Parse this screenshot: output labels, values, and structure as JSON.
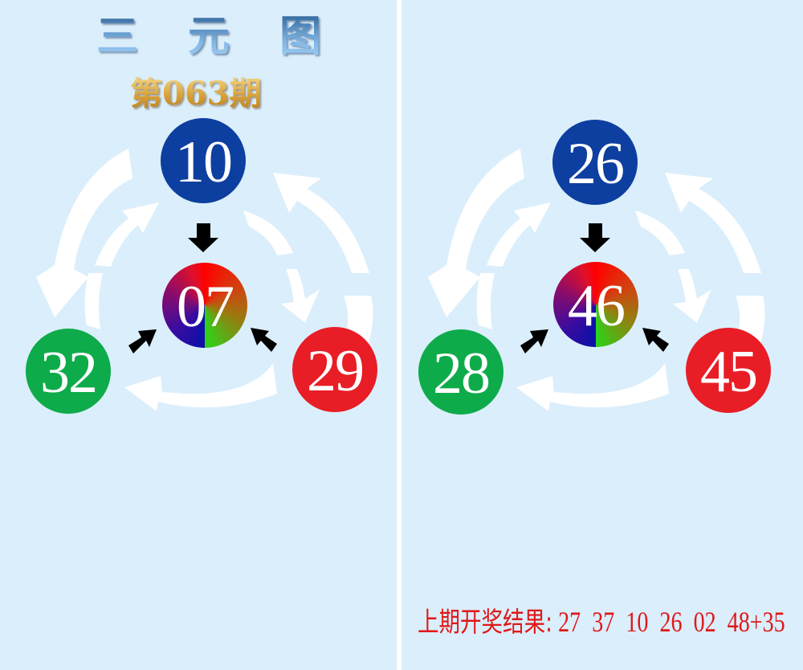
{
  "header": {
    "title_chars": [
      "三",
      "元",
      "图"
    ],
    "issue": "第063期"
  },
  "panels": [
    {
      "top": {
        "number": "10",
        "color": "#0d3fa0"
      },
      "center": {
        "number": "07"
      },
      "left": {
        "number": "32",
        "color": "#0eab4a"
      },
      "right": {
        "number": "29",
        "color": "#e81d25"
      }
    },
    {
      "top": {
        "number": "26",
        "color": "#0d3fa0"
      },
      "center": {
        "number": "46"
      },
      "left": {
        "number": "28",
        "color": "#0eab4a"
      },
      "right": {
        "number": "45",
        "color": "#e81d25"
      }
    }
  ],
  "footer": {
    "label": "上期开奖结果:",
    "numbers": "27  37  10  26  02  48+35"
  },
  "colors": {
    "background": "#dbeefb",
    "footer_text": "#e01818"
  }
}
